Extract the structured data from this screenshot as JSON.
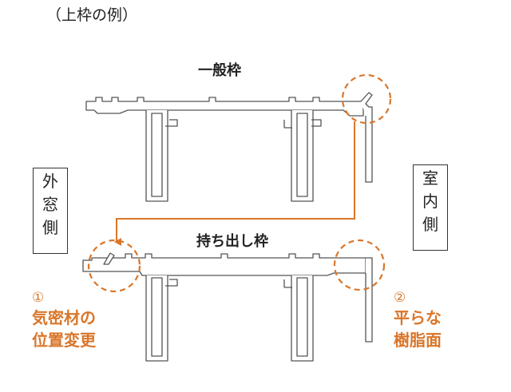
{
  "caption": "（上枠の例）",
  "frames": {
    "top_title": "一般枠",
    "bottom_title": "持ち出し枠"
  },
  "sides": {
    "outdoor": [
      "外",
      "窓",
      "側"
    ],
    "indoor": [
      "室",
      "内",
      "側"
    ]
  },
  "notes": {
    "left": {
      "number": "①",
      "line1": "気密材の",
      "line2": "位置変更"
    },
    "right": {
      "number": "②",
      "line1": "平らな",
      "line2": "樹脂面"
    }
  },
  "colors": {
    "accent": "#d9762a",
    "line": "#555555",
    "text": "#222222"
  }
}
